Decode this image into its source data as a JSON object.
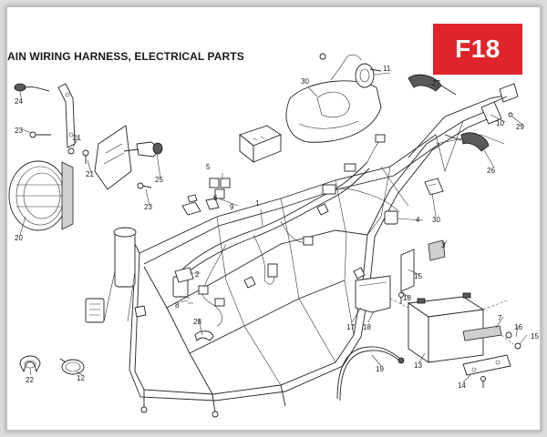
{
  "diagram": {
    "title": "AIN WIRING HARNESS, ELECTRICAL PARTS",
    "code": "F18",
    "accent_color": "#e0242b",
    "callouts": [
      "1",
      "2",
      "3",
      "4",
      "5",
      "6",
      "7",
      "8",
      "9",
      "10",
      "11",
      "12",
      "13",
      "14",
      "15",
      "16",
      "17",
      "18",
      "19",
      "20",
      "21",
      "22",
      "23",
      "24",
      "25",
      "26",
      "27",
      "28",
      "29",
      "30"
    ]
  }
}
